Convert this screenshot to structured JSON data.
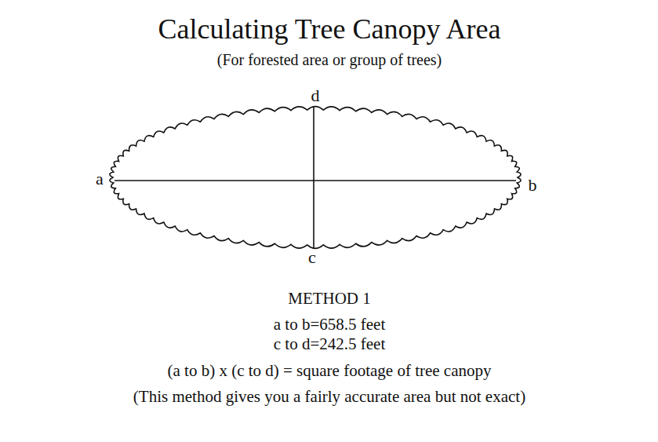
{
  "diagram": {
    "title": "Calculating Tree Canopy Area",
    "labels": [
      "(For forested area or group of trees)",
      "d",
      "a",
      "b",
      "c",
      "METHOD 1",
      "a to b=658.5 feet",
      "c to d=242.5 feet",
      "(a to b) x (c to d) = square footage of tree canopy",
      "(This method gives you a fairly accurate area but not exact)"
    ]
  }
}
